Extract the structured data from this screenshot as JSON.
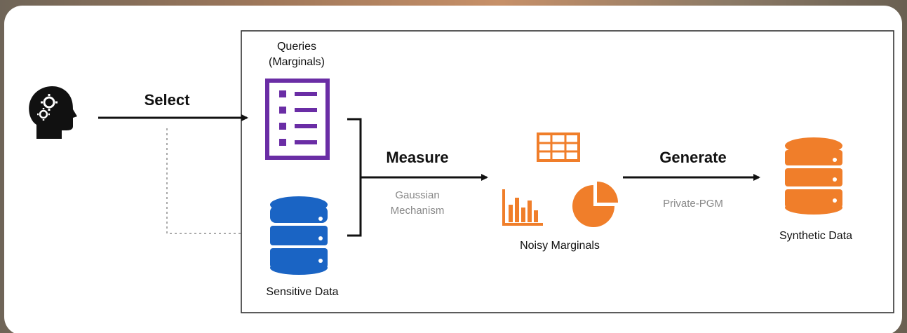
{
  "labels": {
    "queries_line1": "Queries",
    "queries_line2": "(Marginals)",
    "select": "Select",
    "measure": "Measure",
    "gaussian_line1": "Gaussian",
    "gaussian_line2": "Mechanism",
    "sensitive_data": "Sensitive Data",
    "noisy_marginals": "Noisy Marginals",
    "generate": "Generate",
    "private_pgm": "Private-PGM",
    "synthetic_data": "Synthetic Data"
  },
  "colors": {
    "purple": "#6a2da5",
    "blue": "#1a64c4",
    "orange": "#f07e2a",
    "arrow": "#111111",
    "box_border": "#333333"
  },
  "icons": {
    "agent": "head-with-gears-icon",
    "queries": "checklist-icon",
    "sensitive": "database-icon",
    "table": "table-icon",
    "bar": "bar-chart-icon",
    "pie": "pie-chart-icon",
    "synthetic": "database-icon"
  }
}
